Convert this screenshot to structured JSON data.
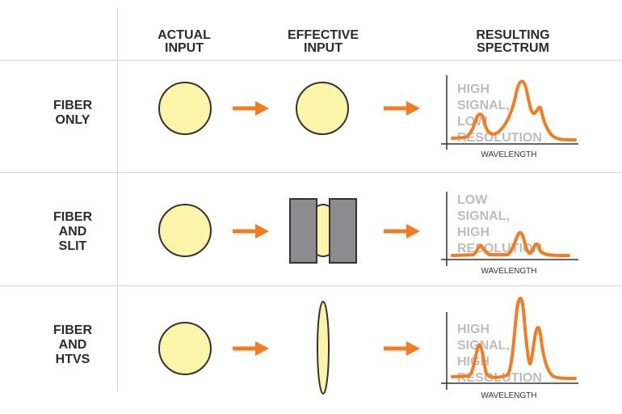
{
  "headers": {
    "actual_input": "ACTUAL\nINPUT",
    "effective_input": "EFFECTIVE\nINPUT",
    "resulting_spectrum": "RESULTING\nSPECTRUM"
  },
  "rows": [
    {
      "label": "FIBER\nONLY",
      "note": "HIGH\nSIGNAL,\nLOW\nRESOLUTION",
      "xlabel": "WAVELENGTH"
    },
    {
      "label": "FIBER\nAND\nSLIT",
      "note": "LOW\nSIGNAL,\nHIGH\nRESOLUTION",
      "xlabel": "WAVELENGTH"
    },
    {
      "label": "FIBER\nAND\nHTVS",
      "note": "HIGH\nSIGNAL,\nHIGH\nRESOLUTION",
      "xlabel": "WAVELENGTH"
    }
  ],
  "colors": {
    "fiber_fill": "#fcf4a8",
    "outline": "#333333",
    "arrow": "#f47c20",
    "spectrum": "#f47c20",
    "slit_block": "#8c8c8f",
    "note_text": "#bdbdbd",
    "divider": "#d4d4d4"
  }
}
